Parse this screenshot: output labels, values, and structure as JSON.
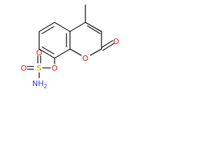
{
  "molecule": {
    "atoms": {
      "carbonyl_o": {
        "label": "O",
        "color": "#e0201b"
      },
      "ring_o": {
        "label": "O",
        "color": "#e0201b"
      },
      "ether_o": {
        "label": "O",
        "color": "#e0201b"
      },
      "sulfur": {
        "label": "S",
        "color": "#b5a300"
      },
      "sulfonyl_o_top": {
        "label": "O",
        "color": "#e0201b"
      },
      "sulfonyl_o_left": {
        "label": "O",
        "color": "#e0201b"
      },
      "amine_n": {
        "label": "NH",
        "subscript": "2",
        "color": "#2b3fd6"
      }
    }
  }
}
